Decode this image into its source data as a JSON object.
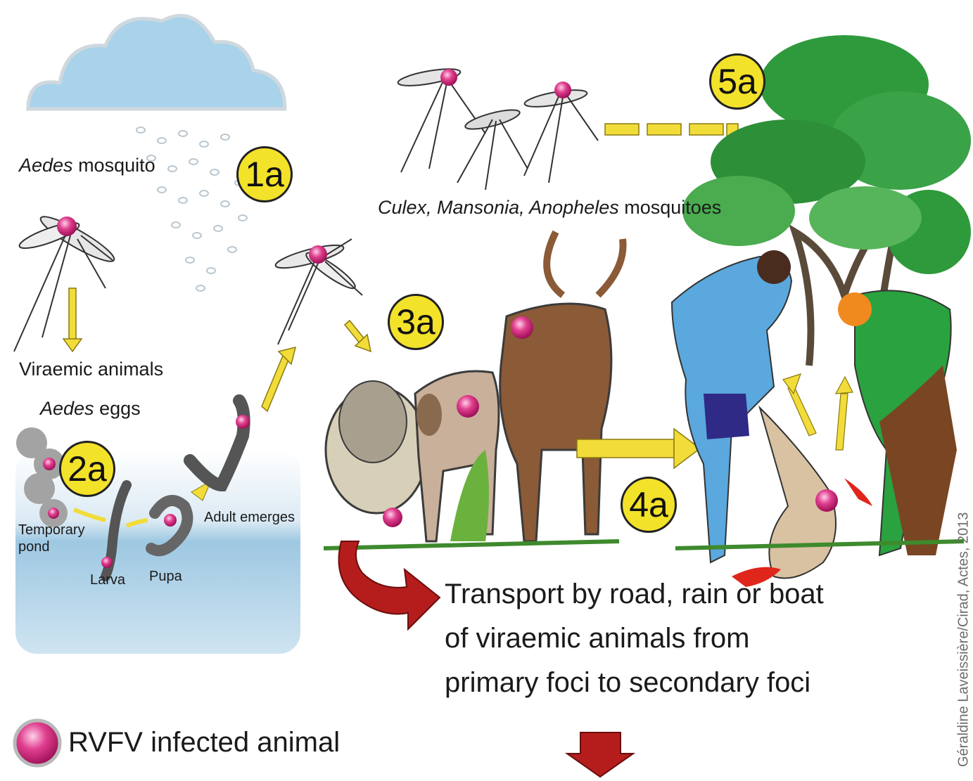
{
  "badges": {
    "b1a": "1a",
    "b2a": "2a",
    "b3a": "3a",
    "b4a": "4a",
    "b5a": "5a"
  },
  "labels": {
    "aedes_mosquito_italic": "Aedes",
    "aedes_mosquito_rest": " mosquito",
    "viraemic_animals": "Viraemic animals",
    "aedes_eggs_italic": "Aedes",
    "aedes_eggs_rest": " eggs",
    "temporary_pond": "Temporary pond",
    "larva": "Larva",
    "pupa": "Pupa",
    "adult_emerges": "Adult emerges",
    "culex_italic": "Culex, Mansonia, Anopheles",
    "culex_rest": " mosquitoes",
    "transport_line1": "Transport by road, rain or boat",
    "transport_line2": "of viraemic animals from",
    "transport_line3": "primary foci to secondary foci",
    "legend": "RVFV infected animal",
    "credit": "Géraldine Laveissière/Cirad, Actes, 2013"
  },
  "colors": {
    "arrow_yellow": "#f1dc3a",
    "arrow_red": "#b51d1d",
    "infection_pink": "#d6287f",
    "water": "#a9cfe6",
    "cloud": "#a8d3ea"
  }
}
